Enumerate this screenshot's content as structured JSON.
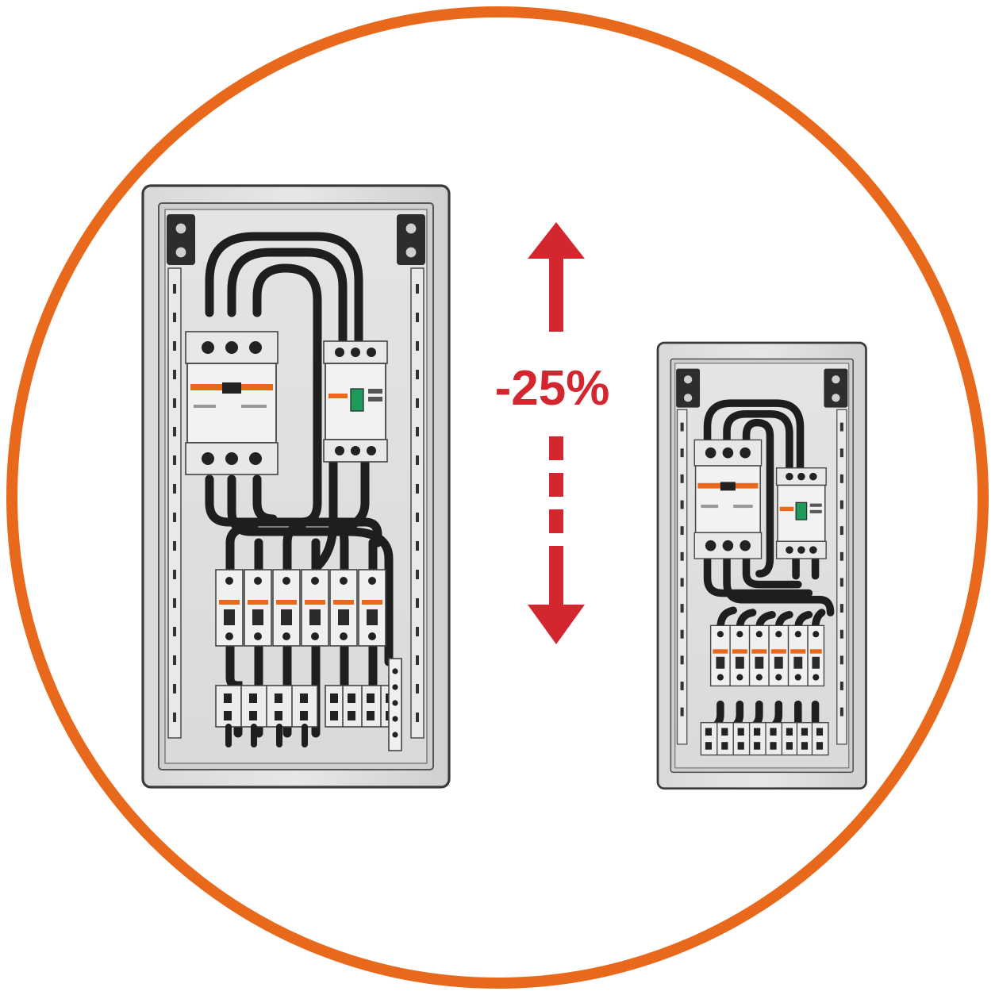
{
  "badge": {
    "ring_color": "#E8691C"
  },
  "comparison": {
    "reduction_label": "-25%",
    "arrow_color": "#D3262E",
    "large_panel": {
      "icon": "electrical-cabinet-icon",
      "contactors": 1,
      "motor_breakers": 1,
      "miniature_breakers": 6,
      "terminal_blocks": 8
    },
    "small_panel": {
      "icon": "electrical-cabinet-icon",
      "contactors": 1,
      "motor_breakers": 1,
      "miniature_breakers": 6,
      "terminal_blocks": 8
    }
  }
}
